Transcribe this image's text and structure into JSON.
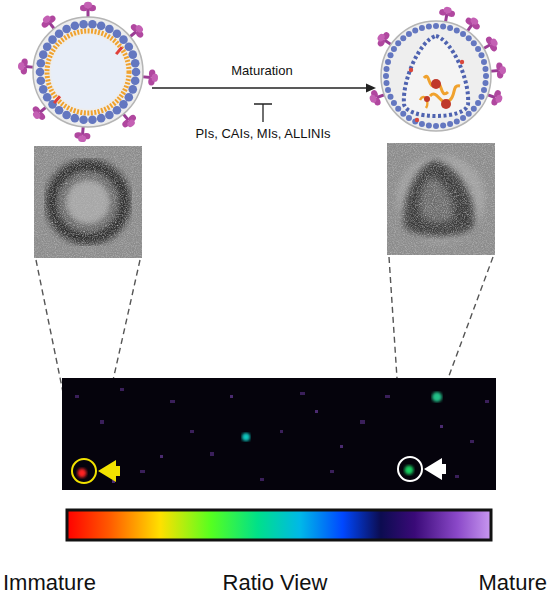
{
  "diagram": {
    "labels": [
      "Maturation",
      "PIs, CAIs, MIs, ALLINIs",
      "Immature",
      "Ratio View",
      "Mature"
    ]
  }
}
